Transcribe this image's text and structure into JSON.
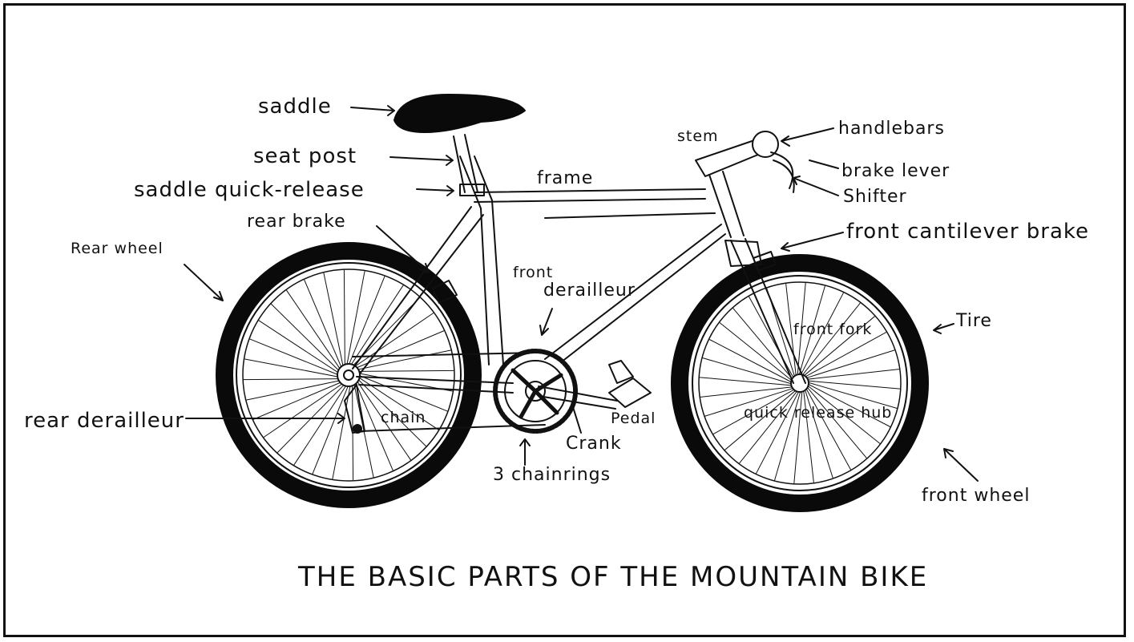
{
  "title": "THE BASIC PARTS OF THE MOUNTAIN BIKE",
  "labels": {
    "saddle": "saddle",
    "seat_post": "seat post",
    "saddle_quick_release": "saddle quick-release",
    "rear_brake": "rear brake",
    "rear_wheel": "Rear wheel",
    "rear_derailleur": "rear derailleur",
    "chain": "chain",
    "chainrings": "3 chainrings",
    "crank": "Crank",
    "pedal": "Pedal",
    "front_derailleur_1": "front",
    "front_derailleur_2": "derailleur",
    "frame": "frame",
    "stem": "stem",
    "handlebars": "handlebars",
    "brake_lever": "brake lever",
    "shifter": "Shifter",
    "front_cantilever_brake": "front cantilever brake",
    "tire": "Tire",
    "front_fork": "front fork",
    "quick_release_hub": "quick release hub",
    "front_wheel": "front wheel"
  },
  "colors": {
    "ink": "#111111",
    "paper": "#ffffff",
    "tire": "#0a0a0a"
  }
}
